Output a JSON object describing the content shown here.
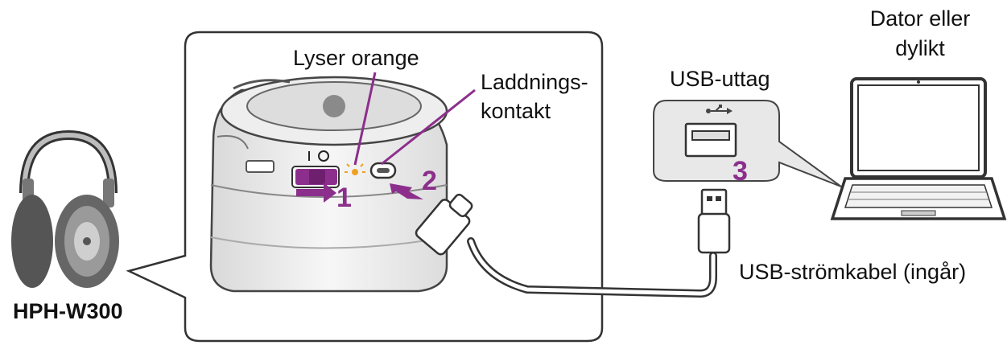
{
  "labels": {
    "led_label": "Lyser orange",
    "charging_port_line1": "Laddnings-",
    "charging_port_line2": "kontakt",
    "usb_port": "USB-uttag",
    "computer_line1": "Dator eller",
    "computer_line2": "dylikt",
    "cable": "USB-strömkabel (ingår)",
    "model": "HPH-W300"
  },
  "steps": [
    "1",
    "2",
    "3"
  ],
  "colors": {
    "accent": "#8c2f8c",
    "led": "#f0a020",
    "line": "#222222",
    "panel": "#e8e8e8"
  },
  "icons": [
    "headphones-icon",
    "usb-symbol-icon",
    "laptop-icon",
    "usb-plug-icon",
    "usb-c-plug-icon"
  ]
}
